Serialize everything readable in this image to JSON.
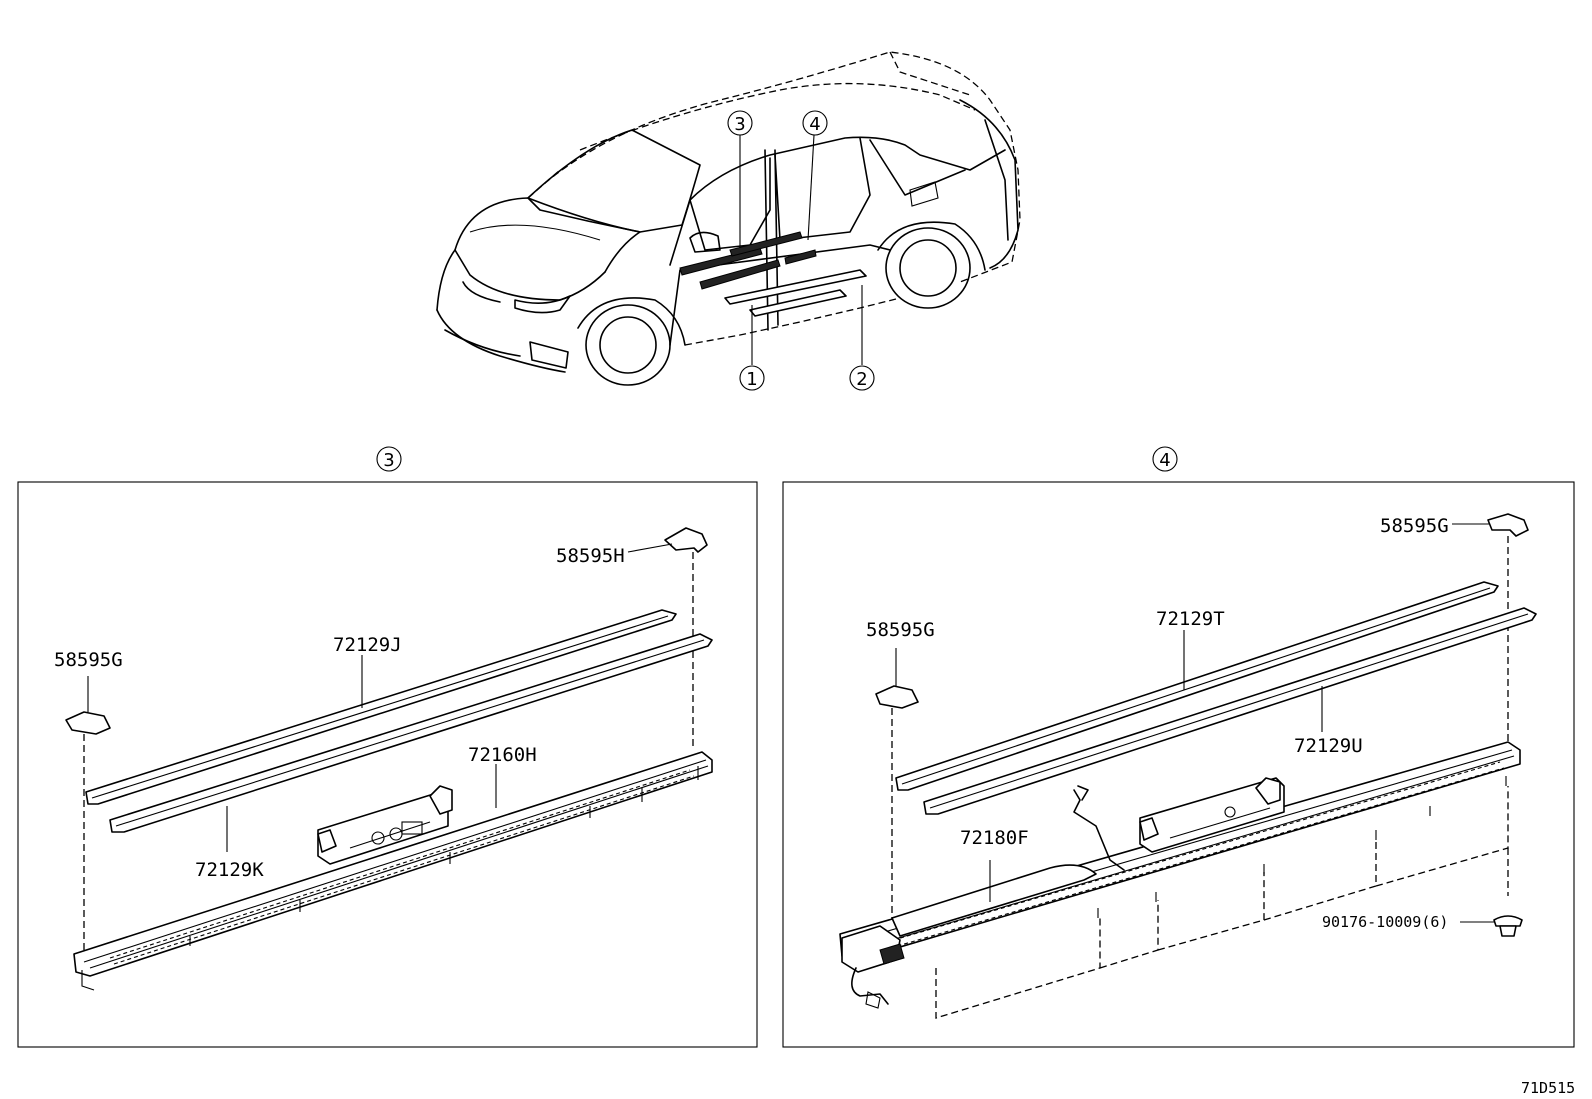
{
  "callouts": {
    "c1": "1",
    "c2": "2",
    "c3": "3",
    "c4": "4"
  },
  "panel_left": {
    "heading": "3",
    "parts": {
      "p58595H": "58595H",
      "p58595G": "58595G",
      "p72129J": "72129J",
      "p72160H": "72160H",
      "p72129K": "72129K"
    }
  },
  "panel_right": {
    "heading": "4",
    "parts": {
      "p58595G_top": "58595G",
      "p58595G_left": "58595G",
      "p72129T": "72129T",
      "p72129U": "72129U",
      "p72180F": "72180F",
      "p90176": "90176-10009(6)"
    }
  },
  "diagram_code": "71D515"
}
